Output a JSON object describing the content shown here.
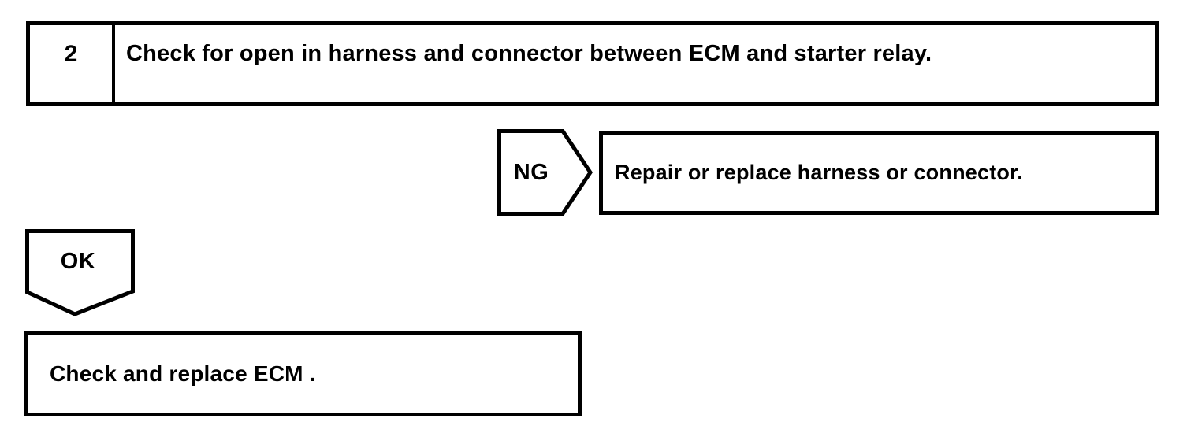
{
  "flowchart": {
    "step": {
      "number": "2",
      "instruction": "Check for open in harness and connector between ECM and starter relay."
    },
    "ng": {
      "label": "NG",
      "action": "Repair or replace harness or connector."
    },
    "ok": {
      "label": "OK",
      "action": "Check and replace ECM ."
    },
    "colors": {
      "line": "#000000",
      "background": "#ffffff"
    }
  }
}
